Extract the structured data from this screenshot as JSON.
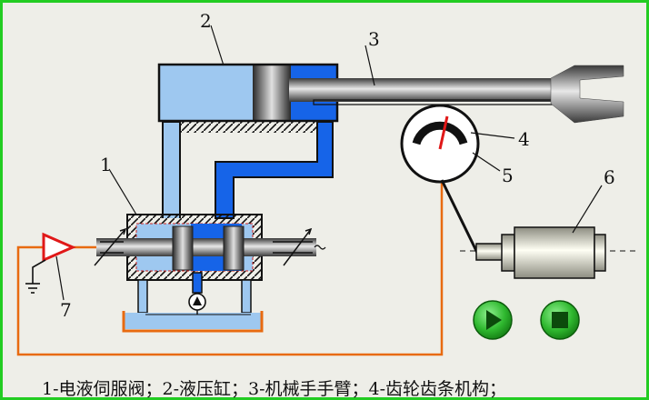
{
  "labels": {
    "l1": "1",
    "l2": "2",
    "l3": "3",
    "l4": "4",
    "l5": "5",
    "l6": "6",
    "l7": "7"
  },
  "caption": "1-电液伺服阀；2-液压缸；3-机械手手臂；4-齿轮齿条机构；",
  "controls": {
    "play_icon": "play-triangle",
    "stop_icon": "stop-square"
  },
  "colors": {
    "frame": "#22cc22",
    "background": "#eeeee8",
    "fluid_light": "#9ec8f0",
    "fluid_dark": "#1664e8",
    "wire": "#e86a10",
    "amplifier": "#e01818",
    "button": "#2fb82f"
  }
}
